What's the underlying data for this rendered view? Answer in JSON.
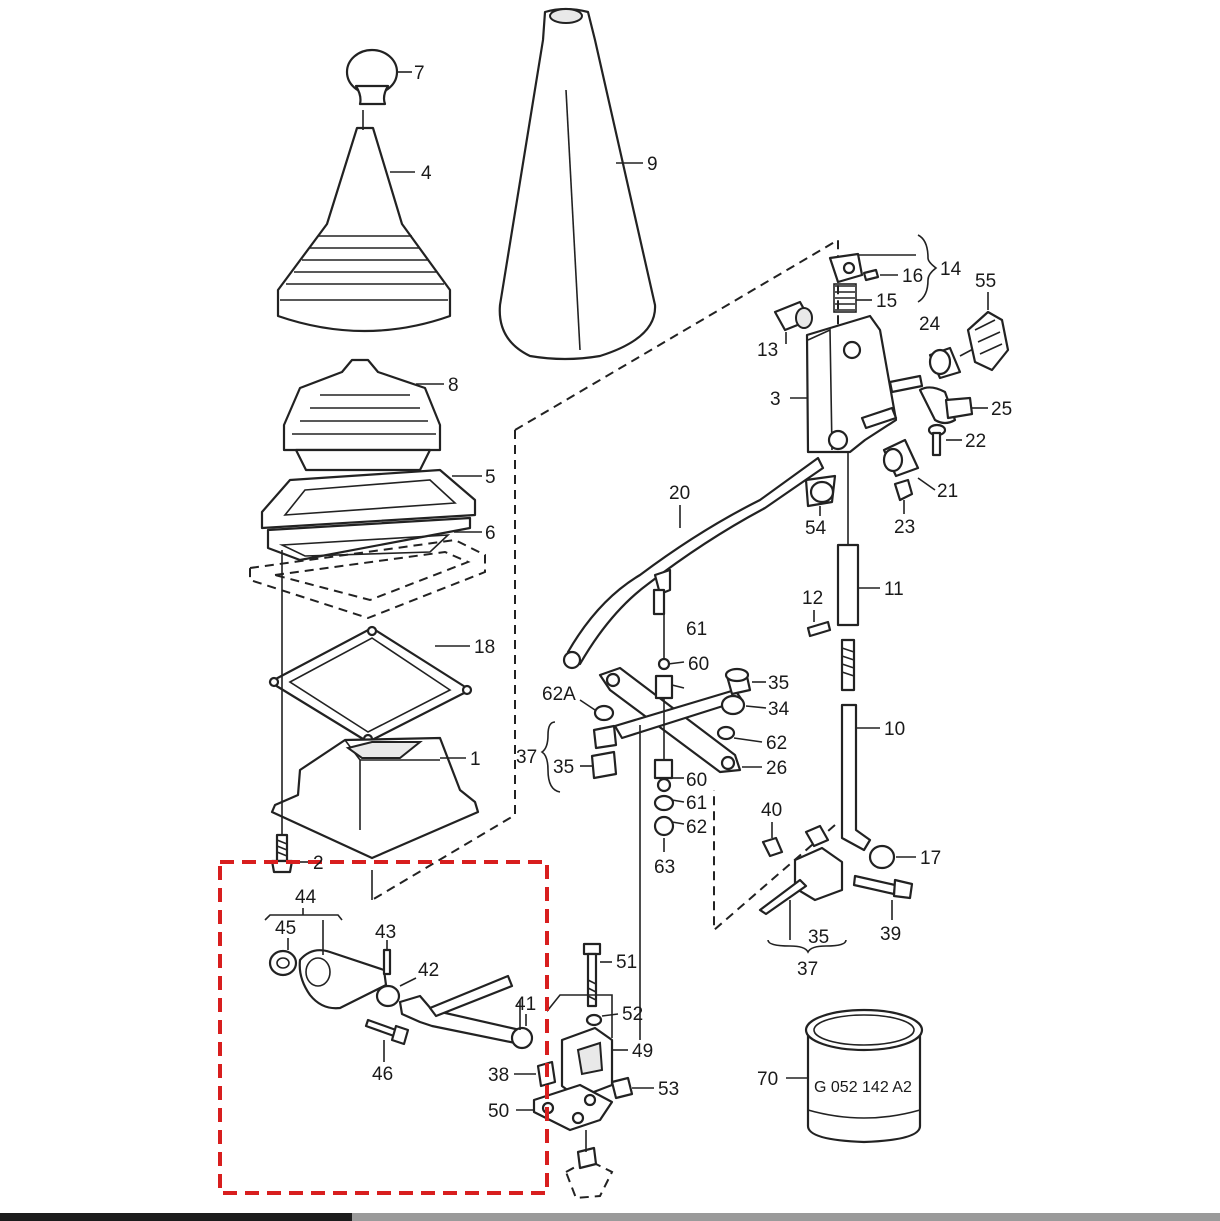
{
  "diagram": {
    "callouts": {
      "c1": "1",
      "c2": "2",
      "c3": "3",
      "c4": "4",
      "c5": "5",
      "c6": "6",
      "c7": "7",
      "c8": "8",
      "c9": "9",
      "c10": "10",
      "c11": "11",
      "c12": "12",
      "c13": "13",
      "c14": "14",
      "c15": "15",
      "c16": "16",
      "c17": "17",
      "c18": "18",
      "c20": "20",
      "c21": "21",
      "c22": "22",
      "c23": "23",
      "c24": "24",
      "c25": "25",
      "c26": "26",
      "c34": "34",
      "c35a": "35",
      "c35b": "35",
      "c35c": "35",
      "c37a": "37",
      "c37b": "37",
      "c38": "38",
      "c39": "39",
      "c40": "40",
      "c41": "41",
      "c42": "42",
      "c43": "43",
      "c44": "44",
      "c45": "45",
      "c46": "46",
      "c49": "49",
      "c50": "50",
      "c51": "51",
      "c52": "52",
      "c53": "53",
      "c54": "54",
      "c55": "55",
      "c60a": "60",
      "c60b": "60",
      "c61a": "61",
      "c61b": "61",
      "c62a": "62",
      "c62b": "62",
      "c62A": "62A",
      "c63": "63",
      "c70": "70"
    },
    "part_stamp": "G 052 142 A2",
    "highlight_color": "#d81e1e",
    "line_color": "#222222"
  }
}
